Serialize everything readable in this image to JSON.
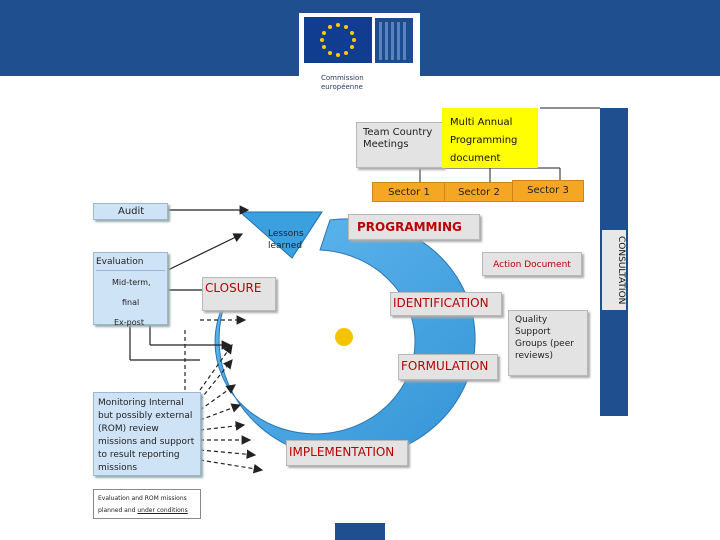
{
  "header": {
    "logo_line1": "Commission",
    "logo_line2": "européenne"
  },
  "diagram": {
    "team_country_meetings": "Team Country Meetings",
    "multi_annual_programming": "Multi  Annual Programming document",
    "sector1": "Sector 1",
    "sector2": "Sector 2",
    "sector3": "Sector 3",
    "audit": "Audit",
    "lessons_learned": "Lessons learned",
    "programming": "PROGRAMMING",
    "action_document": "Action Document",
    "consultation": "CONSULTATION",
    "evaluation": "Evaluation",
    "eval_midterm": "Mid-term,",
    "eval_final": "final",
    "eval_expost": "Ex-post",
    "closure": "CLOSURE",
    "identification": "IDENTIFICATION",
    "quality_support": "Quality Support Groups (peer reviews)",
    "formulation": "FORMULATION",
    "monitoring": "Monitoring Internal but possibly external (ROM) review missions and support to result reporting missions",
    "implementation": "IMPLEMENTATION",
    "note_line1": "Evaluation  and  ROM  missions",
    "note_line2a": "planned and ",
    "note_line2b": "under conditions"
  },
  "colors": {
    "banner": "#1f4f8f",
    "cycle": "#3aa0e0",
    "sector_box": "#f5a623",
    "programming_doc": "#ffff00",
    "center_dot": "#f5c400"
  }
}
